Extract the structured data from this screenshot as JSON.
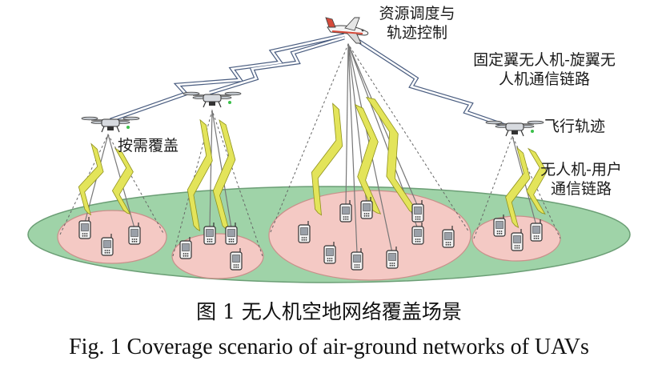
{
  "labels": {
    "resource_scheduling_line1": "资源调度与",
    "resource_scheduling_line2": "轨迹控制",
    "fixed_rotor_link_line1": "固定翼无人机-旋翼无",
    "fixed_rotor_link_line2": "人机通信链路",
    "on_demand_coverage": "按需覆盖",
    "flight_trajectory": "飞行轨迹",
    "uav_user_link_line1": "无人机-用户",
    "uav_user_link_line2": "通信链路"
  },
  "caption": {
    "chinese": "图 1   无人机空地网络覆盖场景",
    "english": "Fig. 1   Coverage scenario of air-ground networks of UAVs"
  },
  "colors": {
    "ground": "#9fd3a8",
    "ground_stroke": "#6b9e75",
    "cell": "#f4c9c4",
    "cell_stroke": "#c98f8a",
    "lightning": "#e3e45a",
    "lightning_stroke": "#8f911c",
    "backhaul_fill": "#ffffff",
    "backhaul_stroke": "#4a5d80",
    "cone_line": "#666666"
  },
  "icons": {
    "aircraft": "fixed-wing-aircraft-icon",
    "drone": "rotor-drone-icon",
    "phone": "mobile-phone-icon"
  }
}
